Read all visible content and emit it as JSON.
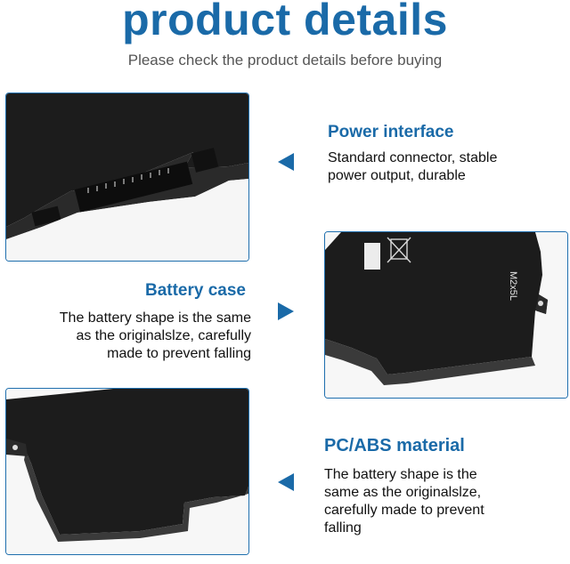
{
  "title": "product details",
  "subtitle": "Please check the product details before buying",
  "sections": [
    {
      "heading": "Power interface",
      "body": [
        "Standard connector, stable",
        "power output, durable"
      ]
    },
    {
      "heading": "Battery case",
      "body": [
        "The battery shape is the same",
        "as the originalslze, carefully",
        "made to prevent falling"
      ]
    },
    {
      "heading": "PC/ABS material",
      "body": [
        "The battery shape is the",
        "same as the originalslze,",
        "carefully made to prevent",
        "falling"
      ]
    }
  ],
  "battery_marking": "M2x5L",
  "colors": {
    "accent": "#1a6aa8",
    "battery": "#1c1c1c",
    "frame": "#1f6fae"
  },
  "icons": [
    "arrow-left-icon",
    "arrow-right-icon",
    "crossed-bin-icon"
  ]
}
